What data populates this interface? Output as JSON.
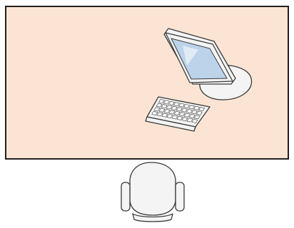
{
  "scene": {
    "objects": [
      "desk",
      "monitor",
      "keyboard",
      "office-chair"
    ],
    "colors": {
      "desk_fill": "#fbe4d3",
      "desk_outline": "#231f20",
      "screen": "#bcd3ea",
      "device_body": "#f4f4f4",
      "line": "#3a3a3a"
    }
  }
}
